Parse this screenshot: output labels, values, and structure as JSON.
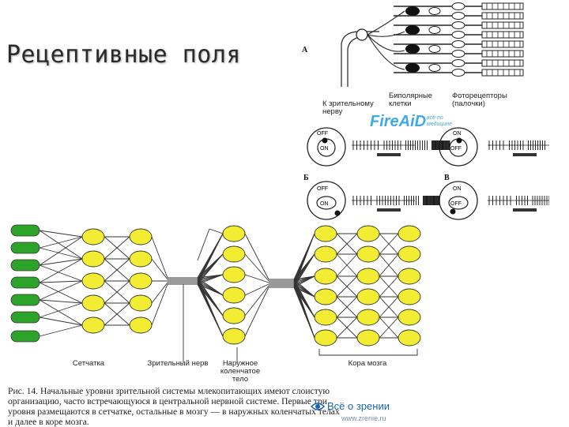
{
  "title": "Рецептивные поля",
  "panel_labels": {
    "a": "А",
    "b": "Б",
    "v": "В"
  },
  "retina_labels": {
    "to_nerve": "К зрительному нерву",
    "bipolar": "Биполярные клетки",
    "photoreceptors": "Фоторецепторы (палочки)"
  },
  "field_labels": {
    "off": "OFF",
    "on": "ON"
  },
  "pathway_labels": {
    "retina": "Сетчатка",
    "optic_nerve": "Зрительный нерв",
    "lgn": "Наружное коленчатое тело",
    "cortex": "Кора мозга"
  },
  "caption_lines": [
    "Рис. 14. Начальные уровни зрительной системы млекопитающих имеют слоистую",
    "организацию, часто встречающуюся в центральной нервной системе. Первые три",
    "уровня размещаются в сетчатке, остальные в мозгу — в наружных коленчатых телах",
    "и далее в коре мозга."
  ],
  "watermarks": {
    "fireaid": "FireAiD",
    "fireaid_sub": "всё по медицине",
    "site_title": "Всё о зрении",
    "site_url": "www.zrenie.ru"
  },
  "colors": {
    "neuron_fill": "#f2ec32",
    "receptor_fill": "#2ea32a",
    "stroke": "#333333"
  }
}
